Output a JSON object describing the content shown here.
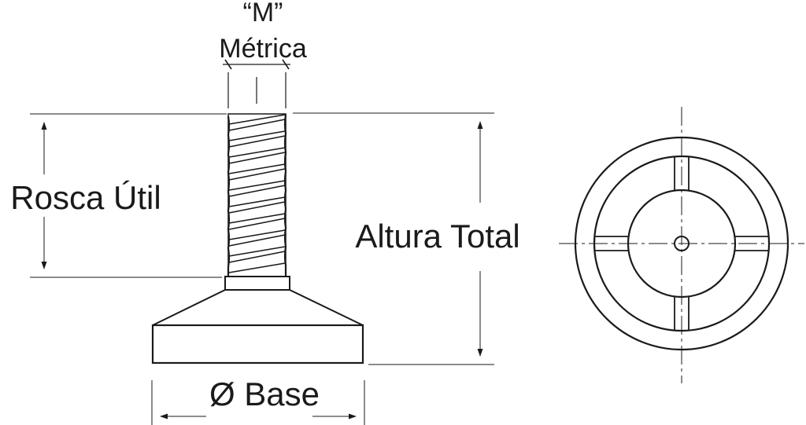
{
  "labels": {
    "thread_type_quoted": "“M”",
    "thread_type": "Métrica",
    "useful_thread": "Rosca Útil",
    "total_height": "Altura Total",
    "base_diameter": "Ø Base"
  },
  "colors": {
    "line": "#1a1a1a",
    "background": "#ffffff"
  }
}
